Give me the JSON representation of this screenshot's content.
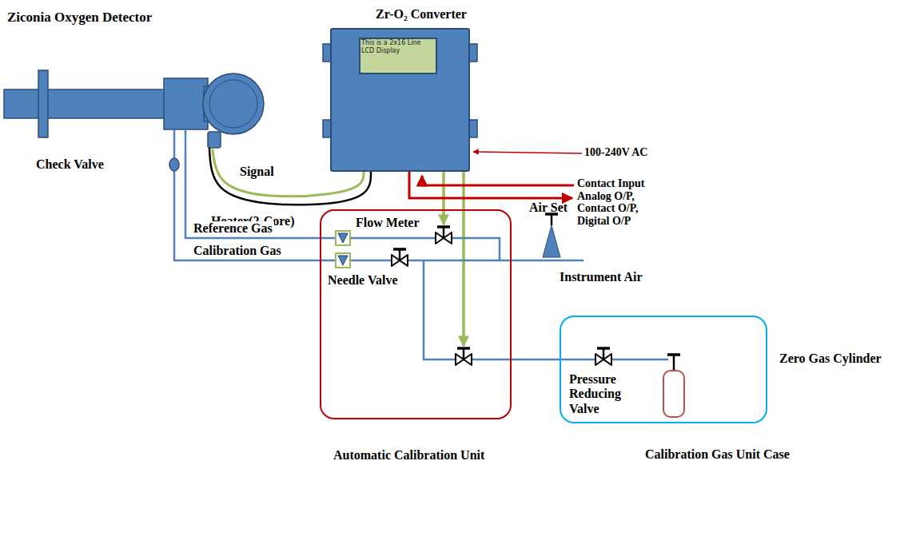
{
  "diagram": {
    "nodes": [
      {
        "text": [
          "Ziconia Oxygen Detector"
        ]
      },
      {
        "text": [
          "Zr-O₂ Converter"
        ]
      },
      {
        "text": [
          "Automatic Calibration Unit"
        ]
      },
      {
        "text": [
          "Calibration Gas Unit Case"
        ]
      }
    ],
    "edges": [
      {
        "from": 0,
        "to": 1,
        "arrow": "none",
        "label": "Signal"
      },
      {
        "from": 0,
        "to": 1,
        "arrow": "none",
        "label": "Heater(2-Core)"
      },
      {
        "from": 0,
        "to": 2,
        "arrow": "none",
        "label": "Reference Gas"
      },
      {
        "from": 0,
        "to": 2,
        "arrow": "none",
        "label": "Calibration Gas"
      },
      {
        "from": 1,
        "to": 2,
        "arrow": "to"
      },
      {
        "from": 1,
        "to": 2,
        "arrow": "to"
      },
      {
        "from": 2,
        "to": 3,
        "arrow": "none"
      }
    ],
    "labels": [
      "Check Valve",
      "This is a 2x16 Line LCD Display",
      "Flow Meter",
      "Needle Valve",
      "Air Set",
      "Instrument Air",
      "Pressure Reducing Valve",
      "Zero Gas Cylinder",
      "100-240V AC",
      "Contact Input",
      "Analog O/P, Contact O/P, Digital O/P"
    ]
  }
}
